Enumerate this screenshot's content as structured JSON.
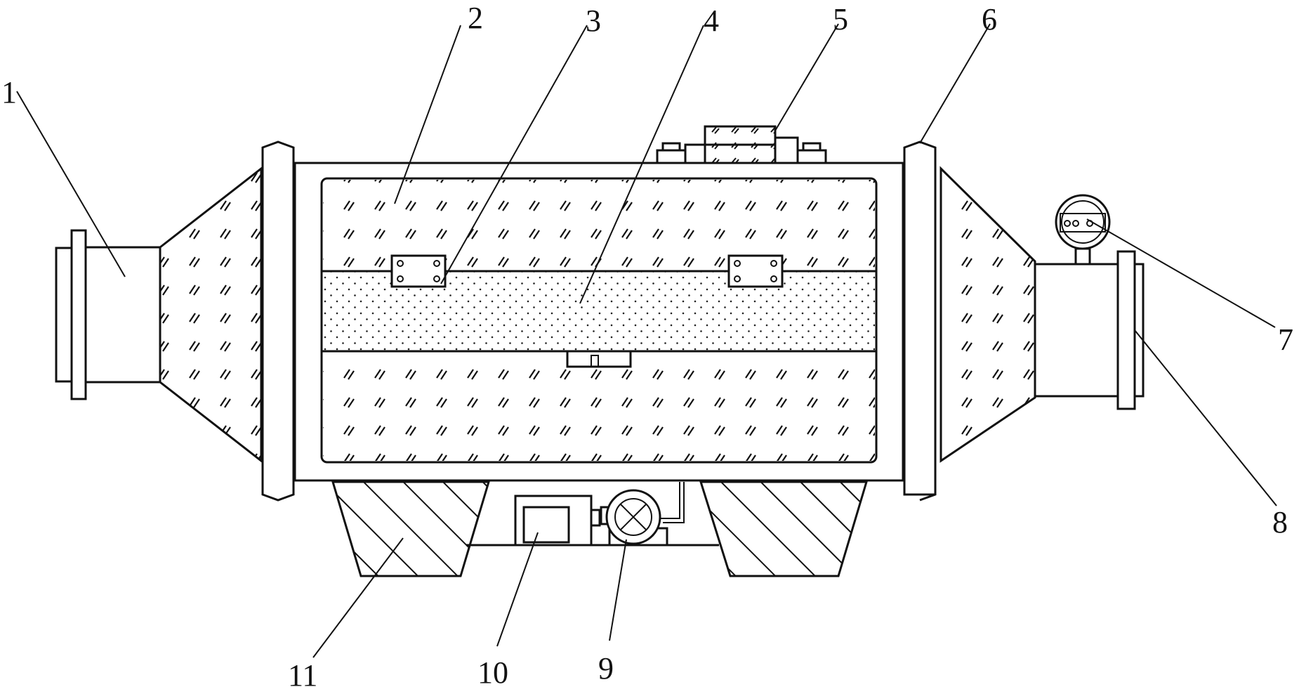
{
  "diagram": {
    "labels": [
      {
        "id": "label-1",
        "text": "1"
      },
      {
        "id": "label-2",
        "text": "2"
      },
      {
        "id": "label-3",
        "text": "3"
      },
      {
        "id": "label-4",
        "text": "4"
      },
      {
        "id": "label-5",
        "text": "5"
      },
      {
        "id": "label-6",
        "text": "6"
      },
      {
        "id": "label-7",
        "text": "7"
      },
      {
        "id": "label-8",
        "text": "8"
      },
      {
        "id": "label-9",
        "text": "9"
      },
      {
        "id": "label-10",
        "text": "10"
      },
      {
        "id": "label-11",
        "text": "11"
      }
    ],
    "colors": {
      "ink": "#111111",
      "background": "#ffffff"
    }
  }
}
